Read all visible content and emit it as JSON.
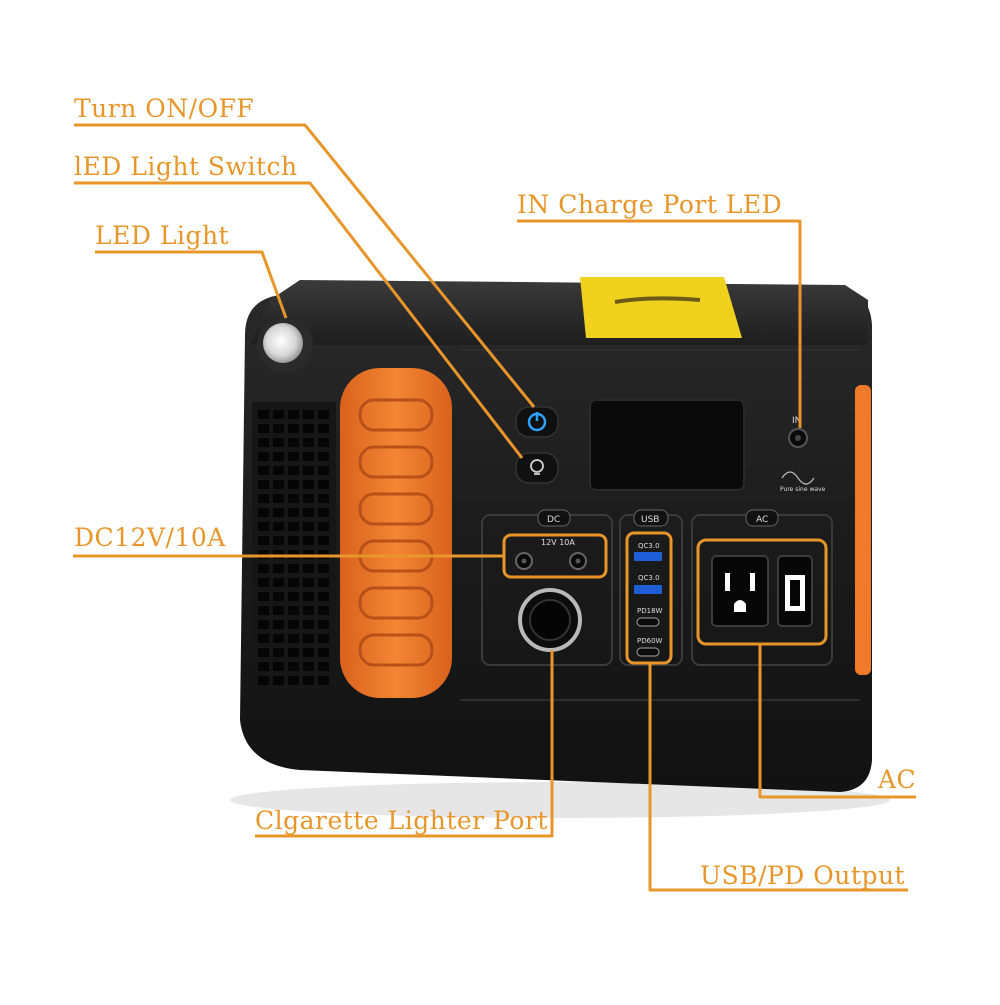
{
  "callouts": {
    "turn_on_off": "Turn ON/OFF",
    "led_light_switch": "lED Light Switch",
    "led_light": "LED Light",
    "in_charge_port_led": "IN Charge Port LED",
    "dc": "DC12V/10A",
    "cigarette": "Clgarette Lighter Port",
    "ac": "AC",
    "usb_pd": "USB/PD Output"
  },
  "device": {
    "dc_section_label": "DC",
    "usb_section_label": "USB",
    "ac_section_label": "AC",
    "dc_port_rating": "12V 10A",
    "usb_port_1": "QC3.0",
    "usb_port_2": "QC3.0",
    "usb_port_3": "PD18W",
    "usb_port_4": "PD60W",
    "in_label": "IN",
    "wave_label": "Pure sine wave"
  },
  "colors": {
    "accent": "#e8962a",
    "body": "#1c1c1c",
    "rubber": "#ef7a2a",
    "top_pad": "#f0d21e"
  }
}
